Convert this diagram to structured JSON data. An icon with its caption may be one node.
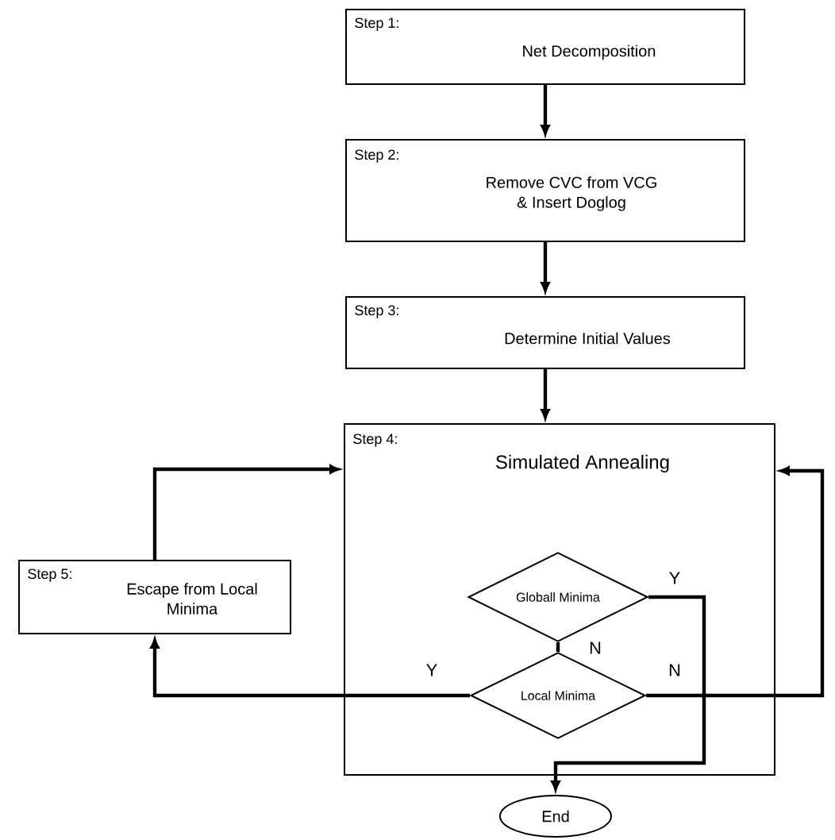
{
  "diagram": {
    "nodes": [
      {
        "text": [
          "Step 1:",
          "Net Decomposition"
        ]
      },
      {
        "text": [
          "Step 2:",
          "Remove CVC from VCG & Insert Doglog"
        ]
      },
      {
        "text": [
          "Step 3:",
          "Determine Initial Values"
        ]
      },
      {
        "text": [
          "Step 4:",
          "Simulated Annealing"
        ]
      },
      {
        "text": [
          "Globall Minima"
        ],
        "in": 3
      },
      {
        "text": [
          "Local Minima"
        ],
        "in": 3
      },
      {
        "text": [
          "Step 5:",
          "Escape from Local Minima"
        ]
      },
      {
        "text": [
          "End"
        ]
      }
    ],
    "edges": [
      {
        "from": 0,
        "to": 1,
        "arrow": "to"
      },
      {
        "from": 1,
        "to": 2,
        "arrow": "to"
      },
      {
        "from": 2,
        "to": 3,
        "arrow": "to"
      },
      {
        "from": 4,
        "to": 5,
        "arrow": "none",
        "label": "N"
      },
      {
        "from": 4,
        "to": 7,
        "arrow": "to",
        "label": "Y"
      },
      {
        "from": 5,
        "to": 6,
        "arrow": "to",
        "label": "Y"
      },
      {
        "from": 5,
        "to": 3,
        "arrow": "to",
        "label": "N"
      },
      {
        "from": 6,
        "to": 3,
        "arrow": "to"
      }
    ]
  }
}
